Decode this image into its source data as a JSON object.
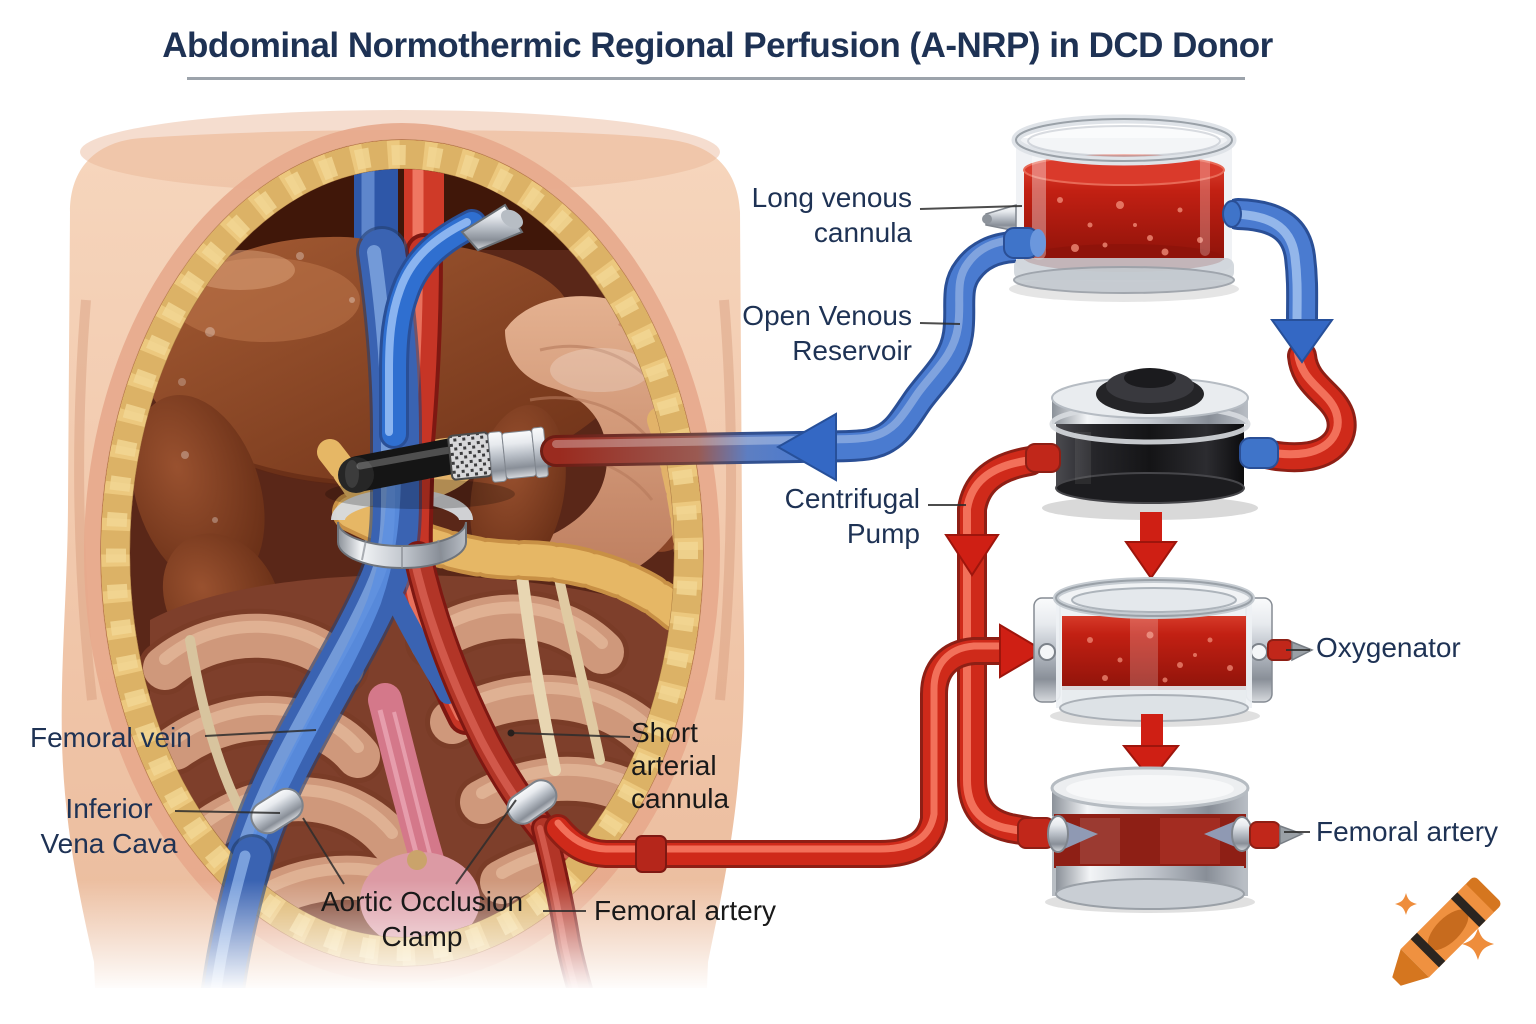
{
  "title": "Abdominal Normothermic Regional Perfusion (A-NRP) in DCD Donor",
  "labels": {
    "long_venous_cannula": [
      "Long venous",
      "cannula"
    ],
    "open_venous_reservoir": [
      "Open Venous",
      "Reservoir"
    ],
    "centrifugal_pump": [
      "Centrifugal",
      "Pump"
    ],
    "oxygenator": [
      "Oxygenator"
    ],
    "femoral_artery_circuit": [
      "Femoral artery"
    ],
    "femoral_vein": [
      "Femoral vein"
    ],
    "inferior_vena_cava": [
      "Inferior",
      "Vena Cava"
    ],
    "aortic_occlusion_clamp": [
      "Aortic Occlusion",
      "Clamp"
    ],
    "short_arterial_cannula": [
      "Short",
      "arterial",
      "cannula"
    ],
    "femoral_artery_anatomy": [
      "Femoral artery"
    ]
  },
  "colors": {
    "label_navy": "#1e3254",
    "label_black": "#191919",
    "title_underline_gray": "#9ca3ab",
    "venous_blue": "#4a7bd0",
    "arterial_red": "#cf2a1a",
    "blood_dark": "#8f130a",
    "skin": "#f0c5a8",
    "fat_yellow": "#ecc87e",
    "liver_brown": "#8a4526",
    "chrome_silver": "#c3c8cf",
    "pump_black": "#141416",
    "watermark_orange": "#ee8d3c"
  },
  "watermark_icons": [
    "crayon-icon",
    "sparkle-icon",
    "sparkle-icon"
  ]
}
